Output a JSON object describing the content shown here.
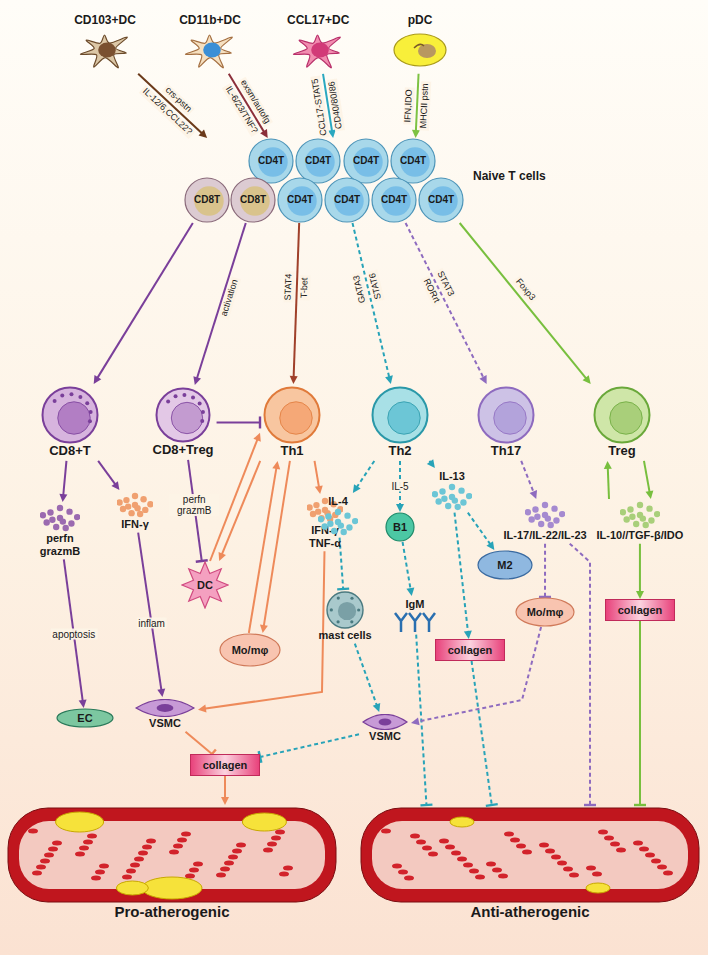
{
  "diagram": {
    "nodes": [
      {
        "text": [
          "CD103+DC"
        ]
      },
      {
        "text": [
          "CD11b+DC"
        ]
      },
      {
        "text": [
          "CCL17+DC"
        ]
      },
      {
        "text": [
          "pDC"
        ]
      },
      {
        "text": [
          "Naive T cells"
        ]
      },
      {
        "text": [
          "CD4T"
        ],
        "in": 4
      },
      {
        "text": [
          "CD4T"
        ],
        "in": 4
      },
      {
        "text": [
          "CD4T"
        ],
        "in": 4
      },
      {
        "text": [
          "CD4T"
        ],
        "in": 4
      },
      {
        "text": [
          "CD8T"
        ],
        "in": 4
      },
      {
        "text": [
          "CD8T"
        ],
        "in": 4
      },
      {
        "text": [
          "CD4T"
        ],
        "in": 4
      },
      {
        "text": [
          "CD4T"
        ],
        "in": 4
      },
      {
        "text": [
          "CD4T"
        ],
        "in": 4
      },
      {
        "text": [
          "CD4T"
        ],
        "in": 4
      },
      {
        "text": [
          "CD8+T"
        ]
      },
      {
        "text": [
          "CD8+Treg"
        ]
      },
      {
        "text": [
          "Th1"
        ]
      },
      {
        "text": [
          "Th2"
        ]
      },
      {
        "text": [
          "Th17"
        ]
      },
      {
        "text": [
          "Treg"
        ]
      },
      {
        "text": [
          "perfn grazmB"
        ]
      },
      {
        "text": [
          "IFN-γ"
        ]
      },
      {
        "text": [
          "DC"
        ]
      },
      {
        "text": [
          "Mo/mφ"
        ]
      },
      {
        "text": [
          "IFN-γ TNF-α"
        ]
      },
      {
        "text": [
          "EC"
        ]
      },
      {
        "text": [
          "VSMC"
        ]
      },
      {
        "text": [
          "collagen"
        ]
      },
      {
        "text": [
          "IL-4"
        ]
      },
      {
        "text": [
          "B1"
        ]
      },
      {
        "text": [
          "IL-13"
        ]
      },
      {
        "text": [
          "mast cells"
        ]
      },
      {
        "text": [
          "IgM"
        ]
      },
      {
        "text": [
          "M2"
        ]
      },
      {
        "text": [
          "collagen"
        ]
      },
      {
        "text": [
          "VSMC"
        ]
      },
      {
        "text": [
          "IL-17/IL-22/IL-23"
        ]
      },
      {
        "text": [
          "Mo/mφ"
        ]
      },
      {
        "text": [
          "IL-10//TGF-β/IDO"
        ]
      },
      {
        "text": [
          "collagen"
        ]
      },
      {
        "text": [
          "Pro-atherogenic"
        ]
      },
      {
        "text": [
          "Anti-atherogenic"
        ]
      }
    ],
    "edges": [
      {
        "from": 0,
        "to": 4,
        "arrow": "to",
        "label": "IL-12/6,CCL22?"
      },
      {
        "from": 1,
        "to": 4,
        "arrow": "to",
        "label": "IL-6/23/TNF?"
      },
      {
        "from": 2,
        "to": 4,
        "arrow": "to",
        "label": "CCL17-STAT5"
      },
      {
        "from": 3,
        "to": 4,
        "arrow": "to",
        "label": "IFN,IDO"
      },
      {
        "from": 9,
        "to": 15,
        "arrow": "to"
      },
      {
        "from": 10,
        "to": 16,
        "arrow": "to",
        "label": "activation"
      },
      {
        "from": 11,
        "to": 17,
        "arrow": "to",
        "label": "T-bet"
      },
      {
        "from": 12,
        "to": 18,
        "arrow": "to",
        "label": "STAT6"
      },
      {
        "from": 13,
        "to": 19,
        "arrow": "to",
        "label": "STAT3"
      },
      {
        "from": 14,
        "to": 20,
        "arrow": "to",
        "label": "Foxp3"
      },
      {
        "from": 16,
        "to": 17,
        "arrow": "to"
      },
      {
        "from": 16,
        "to": 23,
        "arrow": "to",
        "label": "perfn grazmB"
      },
      {
        "from": 15,
        "to": 21,
        "arrow": "to"
      },
      {
        "from": 15,
        "to": 22,
        "arrow": "to"
      },
      {
        "from": 21,
        "to": 26,
        "arrow": "to",
        "label": "apoptosis"
      },
      {
        "from": 22,
        "to": 27,
        "arrow": "to",
        "label": "inflam"
      },
      {
        "from": 17,
        "to": 23,
        "arrow": "to"
      },
      {
        "from": 23,
        "to": 17,
        "arrow": "to"
      },
      {
        "from": 17,
        "to": 24,
        "arrow": "to"
      },
      {
        "from": 24,
        "to": 17,
        "arrow": "to"
      },
      {
        "from": 17,
        "to": 25,
        "arrow": "to"
      },
      {
        "from": 25,
        "to": 27,
        "arrow": "to"
      },
      {
        "from": 27,
        "to": 28,
        "arrow": "to"
      },
      {
        "from": 28,
        "to": 41,
        "arrow": "to"
      },
      {
        "from": 18,
        "to": 29,
        "arrow": "to"
      },
      {
        "from": 18,
        "to": 30,
        "arrow": "to",
        "label": "IL-5"
      },
      {
        "from": 18,
        "to": 31,
        "arrow": "to"
      },
      {
        "from": 29,
        "to": 32,
        "arrow": "to"
      },
      {
        "from": 32,
        "to": 36,
        "arrow": "to"
      },
      {
        "from": 36,
        "to": 28,
        "arrow": "to"
      },
      {
        "from": 30,
        "to": 33,
        "arrow": "to"
      },
      {
        "from": 33,
        "to": 42,
        "arrow": "to"
      },
      {
        "from": 31,
        "to": 34,
        "arrow": "to"
      },
      {
        "from": 31,
        "to": 35,
        "arrow": "to"
      },
      {
        "from": 35,
        "to": 42,
        "arrow": "to"
      },
      {
        "from": 19,
        "to": 37,
        "arrow": "to"
      },
      {
        "from": 37,
        "to": 38,
        "arrow": "to"
      },
      {
        "from": 37,
        "to": 42,
        "arrow": "to"
      },
      {
        "from": 38,
        "to": 36,
        "arrow": "to"
      },
      {
        "from": 20,
        "to": 39,
        "arrow": "to"
      },
      {
        "from": 39,
        "to": 20,
        "arrow": "to"
      },
      {
        "from": 39,
        "to": 40,
        "arrow": "to"
      },
      {
        "from": 40,
        "to": 42,
        "arrow": "to"
      }
    ],
    "labels": [
      "crs-pstn",
      "exsm/autofg",
      "CD40/80/86",
      "MHCII pstn",
      "STAT4",
      "GATA3",
      "RORrt"
    ]
  }
}
